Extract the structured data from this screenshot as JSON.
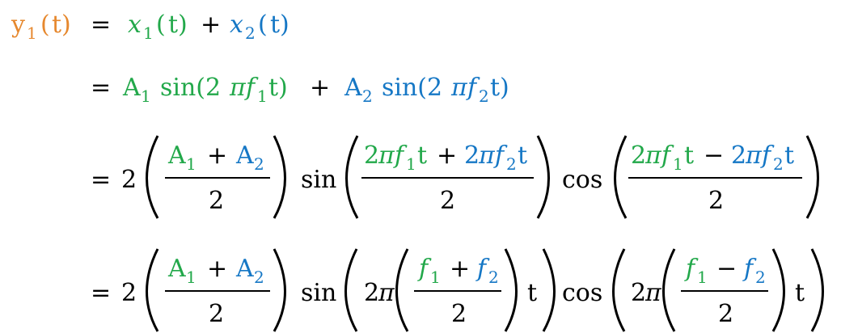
{
  "colors": {
    "output": "#e6882e",
    "signal1": "#22a84a",
    "signal2": "#1577c5",
    "text": "#000000"
  },
  "symbols": {
    "y": "y",
    "x": "x",
    "A": "A",
    "f": "f",
    "t": "t",
    "pi": "π",
    "one": "1",
    "two": "2",
    "equals": "=",
    "plus": "+",
    "minus": "−",
    "open_paren": "(",
    "close_paren": ")",
    "sin": "sin",
    "cos": "cos",
    "coef_two": "2",
    "sin_2pi_open": "sin(2",
    "close_t": "t)"
  }
}
